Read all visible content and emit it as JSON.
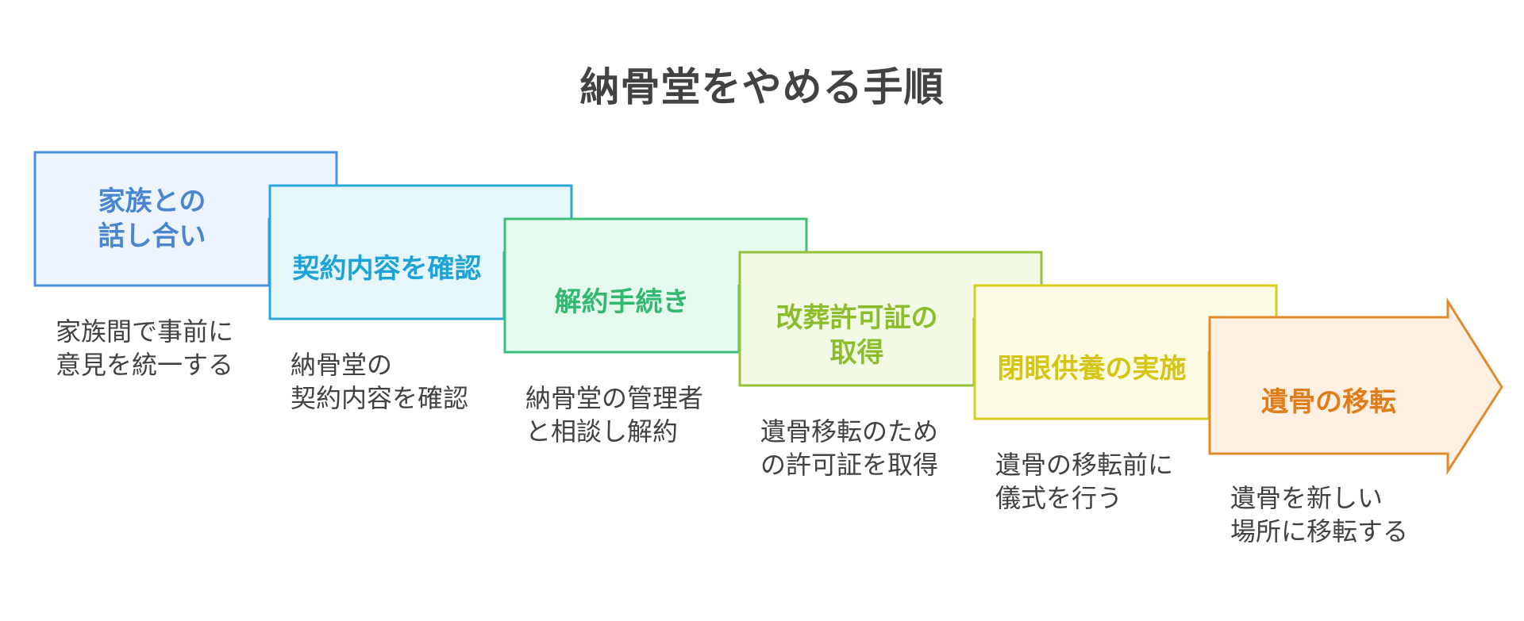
{
  "title": "納骨堂をやめる手順",
  "steps": [
    {
      "label": "家族との\n話し合い",
      "description": "家族間で事前に\n意見を統一する",
      "stroke": "#4a90d9",
      "fill": "#eef4fd",
      "text_color": "#4a86d0"
    },
    {
      "label": "契約内容を確認",
      "description": "納骨堂の\n契約内容を確認",
      "stroke": "#2aa7d6",
      "fill": "#e6f7fc",
      "text_color": "#1ea3d6"
    },
    {
      "label": "解約手続き",
      "description": "納骨堂の管理者\nと相談し解約",
      "stroke": "#3dbf7a",
      "fill": "#e5f9ee",
      "text_color": "#32b86f"
    },
    {
      "label": "改葬許可証の\n取得",
      "description": "遺骨移転のため\nの許可証を取得",
      "stroke": "#93c13a",
      "fill": "#f2f9e4",
      "text_color": "#8cbd2c"
    },
    {
      "label": "閉眼供養の実施",
      "description": "遺骨の移転前に\n儀式を行う",
      "stroke": "#dccb1f",
      "fill": "#fdfbe2",
      "text_color": "#d6c413"
    },
    {
      "label": "遺骨の移転",
      "description": "遺骨を新しい\n場所に移転する",
      "stroke": "#e08a2e",
      "fill": "#fdf0e3",
      "text_color": "#e07d1a"
    }
  ]
}
